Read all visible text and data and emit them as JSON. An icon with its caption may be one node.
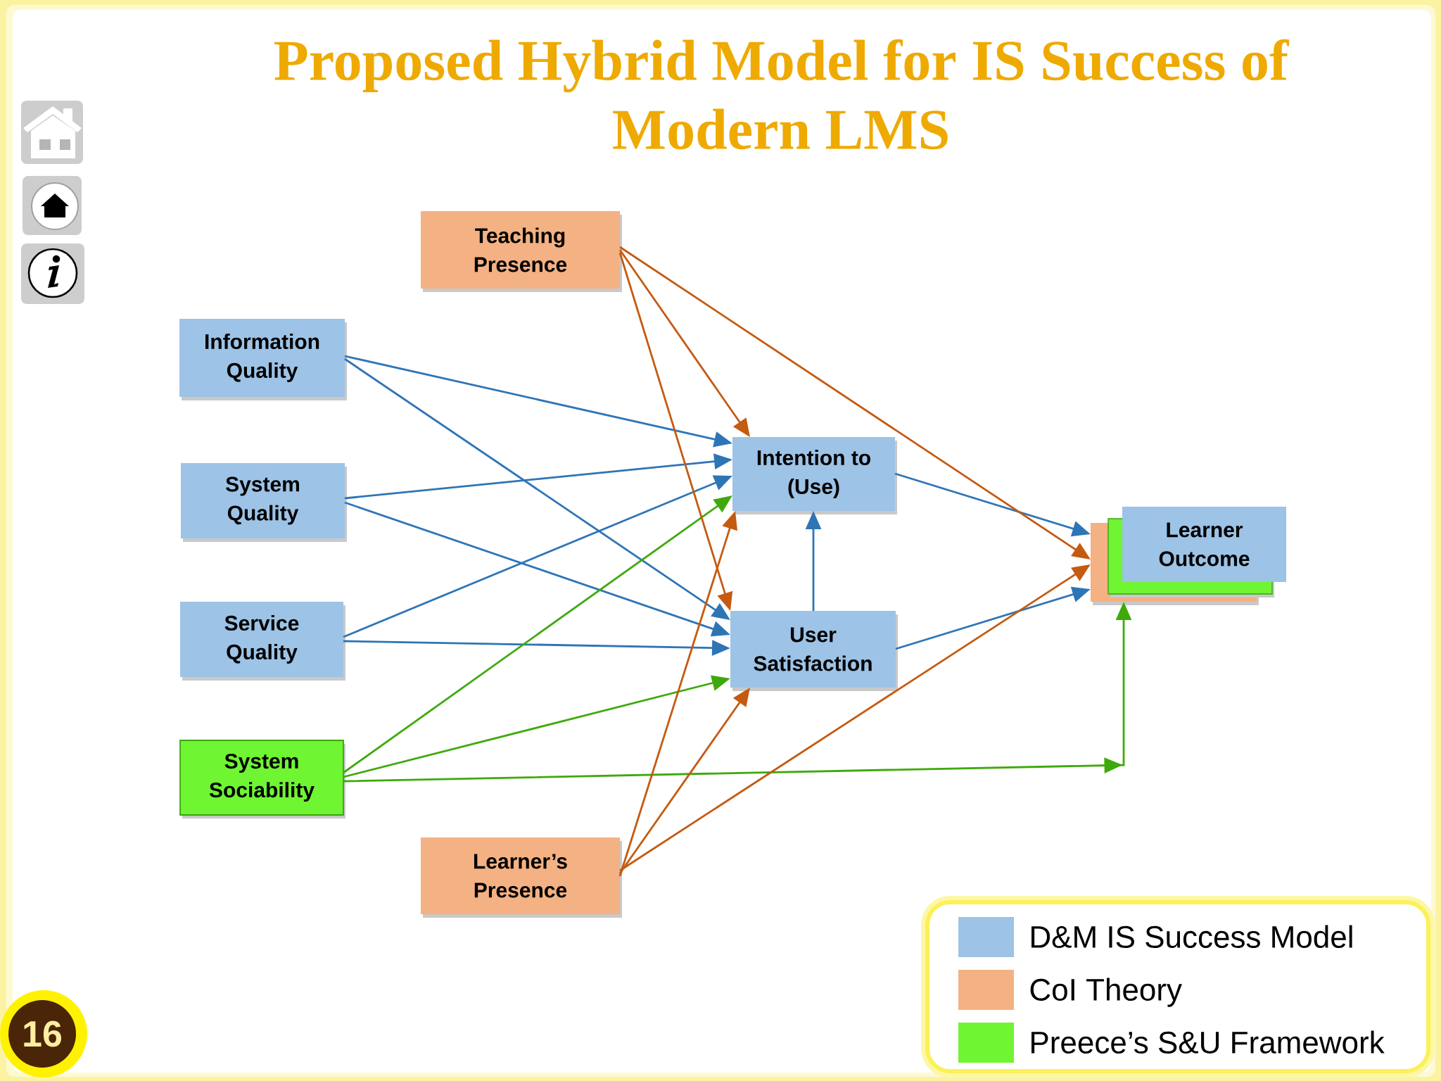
{
  "diagram": {
    "title": "Proposed Hybrid Model for IS Success of Modern LMS",
    "nodes": [
      {
        "text": [
          "Teaching Presence"
        ]
      },
      {
        "text": [
          "Information Quality"
        ]
      },
      {
        "text": [
          "System Quality"
        ]
      },
      {
        "text": [
          "Service Quality"
        ]
      },
      {
        "text": [
          "System Sociability"
        ]
      },
      {
        "text": [
          "Learner’s Presence"
        ]
      },
      {
        "text": [
          "Intention to (Use)"
        ]
      },
      {
        "text": [
          "User Satisfaction"
        ]
      },
      {
        "text": [
          "Learner Outcome"
        ]
      }
    ],
    "edges": [
      {
        "from": 1,
        "to": 6,
        "arrow": "to"
      },
      {
        "from": 1,
        "to": 7,
        "arrow": "to"
      },
      {
        "from": 2,
        "to": 6,
        "arrow": "to"
      },
      {
        "from": 2,
        "to": 7,
        "arrow": "to"
      },
      {
        "from": 3,
        "to": 6,
        "arrow": "to"
      },
      {
        "from": 3,
        "to": 7,
        "arrow": "to"
      },
      {
        "from": 7,
        "to": 6,
        "arrow": "to"
      },
      {
        "from": 6,
        "to": 8,
        "arrow": "to"
      },
      {
        "from": 7,
        "to": 8,
        "arrow": "to"
      },
      {
        "from": 4,
        "to": 6,
        "arrow": "to",
        "color": "#3fa90b"
      },
      {
        "from": 4,
        "to": 7,
        "arrow": "to",
        "color": "#3fa90b"
      },
      {
        "from": 4,
        "to": 8,
        "arrow": "to",
        "color": "#3fa90b"
      },
      {
        "from": 0,
        "to": 6,
        "arrow": "to",
        "color": "#c55a11"
      },
      {
        "from": 0,
        "to": 7,
        "arrow": "to",
        "color": "#c55a11"
      },
      {
        "from": 0,
        "to": 8,
        "arrow": "to",
        "color": "#c55a11"
      },
      {
        "from": 5,
        "to": 6,
        "arrow": "to",
        "color": "#c55a11"
      },
      {
        "from": 5,
        "to": 7,
        "arrow": "to",
        "color": "#c55a11"
      },
      {
        "from": 5,
        "to": 8,
        "arrow": "to",
        "color": "#c55a11"
      }
    ],
    "labels": [
      "16"
    ],
    "legend": [
      {
        "text": "D&M IS Success Model",
        "color": "#9dc3e6"
      },
      {
        "text": "CoI Theory",
        "color": "#f4b183"
      },
      {
        "text": "Preece’s S&U Framework",
        "color": "#6ff532"
      }
    ]
  }
}
